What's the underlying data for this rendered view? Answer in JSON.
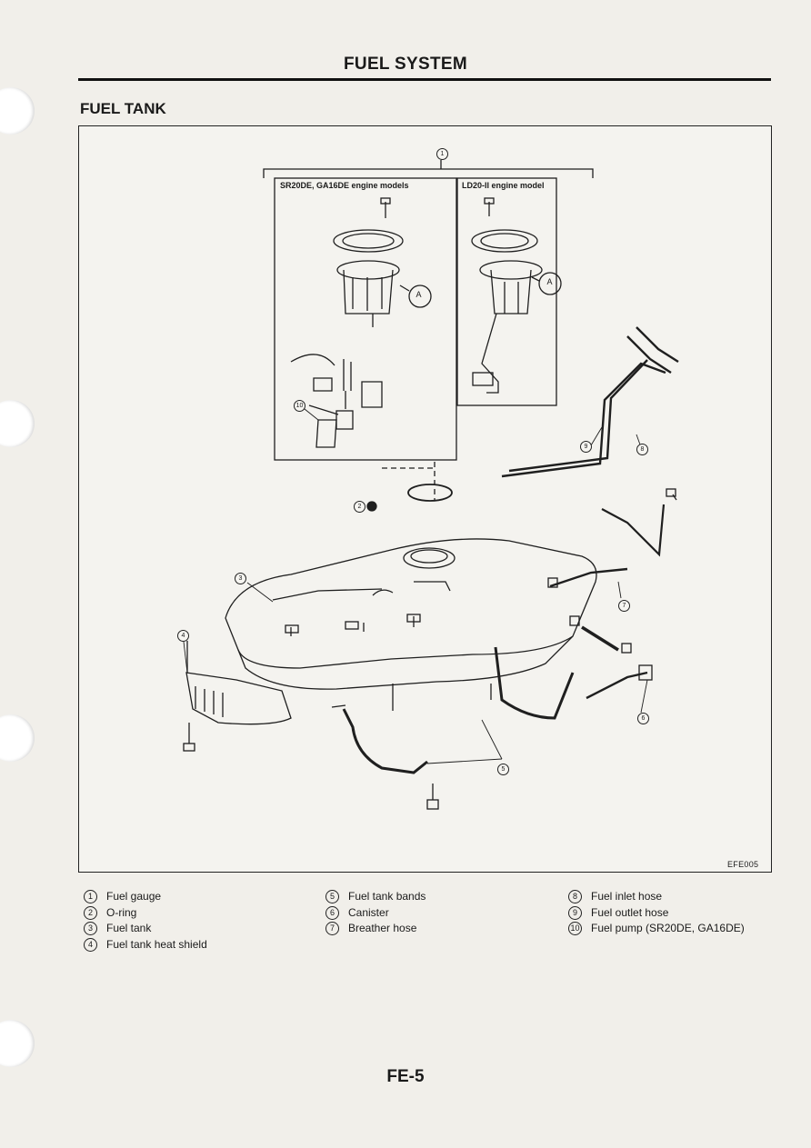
{
  "header": {
    "title": "FUEL SYSTEM"
  },
  "section": {
    "title": "FUEL TANK"
  },
  "figure": {
    "code": "EFE005",
    "model_left": "SR20DE, GA16DE engine models",
    "model_right": "LD20-II engine model",
    "detail_letter": "A"
  },
  "legend": {
    "col1": [
      {
        "num": "1",
        "label": "Fuel gauge"
      },
      {
        "num": "2",
        "label": "O-ring"
      },
      {
        "num": "3",
        "label": "Fuel tank"
      },
      {
        "num": "4",
        "label": "Fuel tank heat shield"
      }
    ],
    "col2": [
      {
        "num": "5",
        "label": "Fuel tank bands"
      },
      {
        "num": "6",
        "label": "Canister"
      },
      {
        "num": "7",
        "label": "Breather hose"
      }
    ],
    "col3": [
      {
        "num": "8",
        "label": "Fuel inlet hose"
      },
      {
        "num": "9",
        "label": "Fuel outlet hose"
      },
      {
        "num": "10",
        "label": "Fuel pump (SR20DE, GA16DE)"
      }
    ]
  },
  "footer": {
    "page": "FE-5"
  },
  "colors": {
    "ink": "#1a1a1a",
    "paper": "#f1efea",
    "hole": "#ffffff"
  }
}
